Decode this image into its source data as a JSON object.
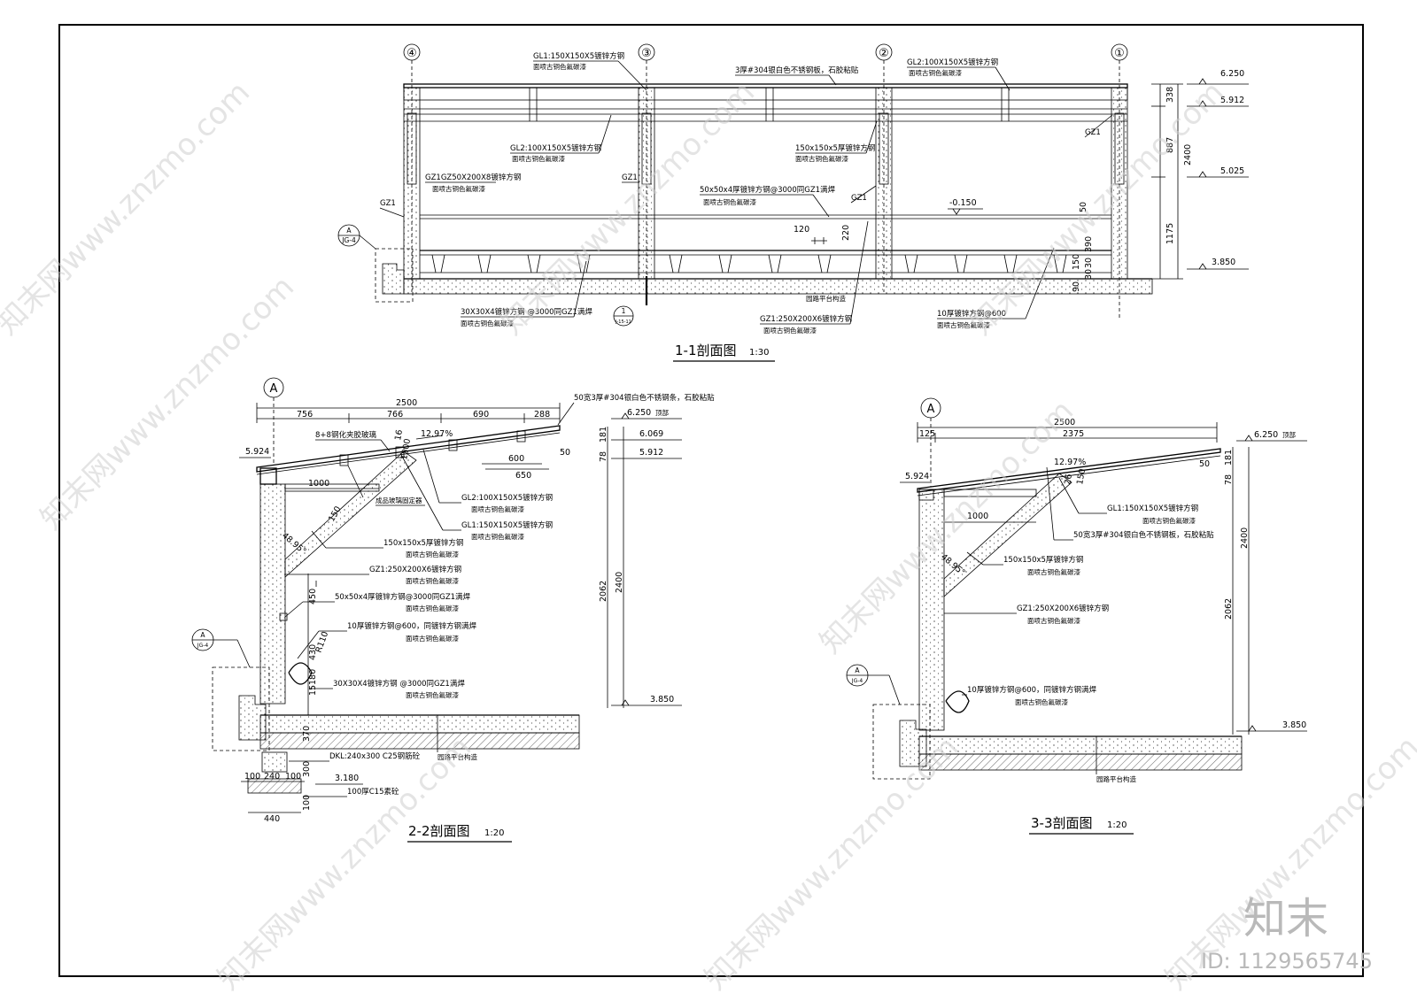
{
  "section_1_1": {
    "title": "1-1剖面图",
    "scale": "1:30",
    "axes": [
      "④",
      "③",
      "②",
      "①"
    ],
    "labels": {
      "gl1": "GL1:150X150X5镀锌方钢",
      "gl1_sub": "面喷古铜色氟碳漆",
      "roof_top": "3厚#304银白色不锈钢板，石胶粘贴",
      "gl2_right": "GL2:100X150X5镀锌方钢",
      "gl2_right_sub": "面喷古铜色氟碳漆",
      "gl2_left": "GL2:100X150X5镀锌方钢",
      "gl2_left_sub": "面喷古铜色氟碳漆",
      "tube150": "150x150x5厚镀锌方钢",
      "tube150_sub": "面喷古铜色氟碳漆",
      "gz1_pre": "GZ1GZ50X200X8镀锌方钢",
      "gz1_pre_sub": "面喷古铜色氟碳漆",
      "tube50": "50x50x4厚镀锌方钢@3000同GZ1满焊",
      "tube50_sub": "面喷古铜色氟碳漆",
      "gz1_a": "GZ1",
      "gz1_b": "GZ1",
      "gz1_c": "GZ1",
      "gz1_d": "GZ1",
      "tube30": "30X30X4镀锌方钢 @3000同GZ1满焊",
      "tube30_sub": "面喷古铜色氟碳漆",
      "platform": "园路平台构造",
      "gz1_bottom": "GZ1:250X200X6镀锌方钢",
      "gz1_bottom_sub": "面喷古铜色氟碳漆",
      "plate10": "10厚镀锌方钢@600",
      "plate10_sub": "面喷古铜色氟碳漆",
      "detail_num": "1",
      "detail_ref": "J-15-11",
      "jg_letter": "A",
      "jg_ref": "JG-4"
    },
    "dims": {
      "d120": "120",
      "d220": "220",
      "d50": "50",
      "d338": "338",
      "d887": "887",
      "d2400": "2400",
      "d1175": "1175",
      "d150": "150",
      "d30a": "30",
      "d30b": "30",
      "d390": "390",
      "d90": "90"
    },
    "levels": {
      "l6250": "6.250",
      "l5912": "5.912",
      "l5025": "5.025",
      "lm0150": "-0.150",
      "l3850": "3.850"
    }
  },
  "section_2_2": {
    "title": "2-2剖面图",
    "scale": "1:20",
    "axis": "A",
    "dims": {
      "total": "2500",
      "d756": "756",
      "d766": "766",
      "d690": "690",
      "d288": "288",
      "d600": "600",
      "d650": "650",
      "d50": "50",
      "d1000": "1000",
      "d150": "150",
      "d78": "78",
      "d181": "181",
      "d2062": "2062",
      "d2400": "2400",
      "d450": "450",
      "d430": "430",
      "d180": "180",
      "d15": "15",
      "d370": "370",
      "d300": "300",
      "d100a": "100",
      "d240": "240",
      "d100b": "100",
      "d440": "440",
      "d100c": "100",
      "d16": "16",
      "d1500": "1500",
      "angle": "48.95°",
      "slope": "12.97%",
      "radius": "R110"
    },
    "levels": {
      "l6250": "6.250",
      "top_note": "顶部",
      "l6069": "6.069",
      "l5912": "5.912",
      "l5924": "5.924",
      "l3850": "3.850",
      "l3180": "3.180"
    },
    "labels": {
      "strip": "50宽3厚#304银白色不锈钢条，石胶粘贴",
      "glass": "8+8钢化夹胶玻璃",
      "fixer": "成品玻璃固定器",
      "gl2": "GL2:100X150X5镀锌方钢",
      "gl2_sub": "面喷古铜色氟碳漆",
      "gl1": "GL1:150X150X5镀锌方钢",
      "gl1_sub": "面喷古铜色氟碳漆",
      "tube150": "150x150x5厚镀锌方钢",
      "tube150_sub": "面喷古铜色氟碳漆",
      "gz1": "GZ1:250X200X6镀锌方钢",
      "gz1_sub": "面喷古铜色氟碳漆",
      "tube50": "50x50x4厚镀锌方钢@3000同GZ1满焊",
      "tube50_sub": "面喷古铜色氟碳漆",
      "plate10": "10厚镀锌方钢@600，同镀锌方钢满焊",
      "plate10_sub": "面喷古铜色氟碳漆",
      "tube30": "30X30X4镀锌方钢 @3000同GZ1满焊",
      "tube30_sub": "面喷古铜色氟碳漆",
      "platform": "园路平台构造",
      "dkl": "DKL:240x300 C25钢筋砼",
      "c15": "100厚C15素砼",
      "jg_letter": "A",
      "jg_ref": "JG-4"
    }
  },
  "section_3_3": {
    "title": "3-3剖面图",
    "scale": "1:20",
    "axis": "A",
    "dims": {
      "total": "2500",
      "d125": "125",
      "d2375": "2375",
      "d1000": "1000",
      "d50": "50",
      "d26": "26",
      "d150": "150",
      "d78": "78",
      "d181": "181",
      "d2400": "2400",
      "d2062": "2062",
      "angle": "48.95°",
      "slope": "12.97%"
    },
    "levels": {
      "l6250": "6.250",
      "top_note": "顶部",
      "l5924": "5.924",
      "l3850": "3.850"
    },
    "labels": {
      "gl1": "GL1:150X150X5镀锌方钢",
      "gl1_sub": "面喷古铜色氟碳漆",
      "strip": "50宽3厚#304银白色不锈钢板，石胶粘贴",
      "tube150": "150x150x5厚镀锌方钢",
      "tube150_sub": "面喷古铜色氟碳漆",
      "gz1": "GZ1:250X200X6镀锌方钢",
      "gz1_sub": "面喷古铜色氟碳漆",
      "plate10": "10厚镀锌方钢@600，同镀锌方钢满焊",
      "plate10_sub": "面喷古铜色氟碳漆",
      "platform": "园路平台构造",
      "jg_letter": "A",
      "jg_ref": "JG-4"
    }
  },
  "watermarks": {
    "wm1": "知末网www.znzmo.com",
    "wm2": "知末网www.znzmo.com",
    "wm3": "知末网www.znzmo.com",
    "wm4": "知末网www.znzmo.com",
    "wm5": "知末网www.znzmo.com",
    "wm6": "知末网www.znzmo.com",
    "wm7": "知末网www.znzmo.com",
    "wm8": "知末网www.znzmo.com",
    "brand": "知末",
    "id": "ID: 1129565745"
  }
}
